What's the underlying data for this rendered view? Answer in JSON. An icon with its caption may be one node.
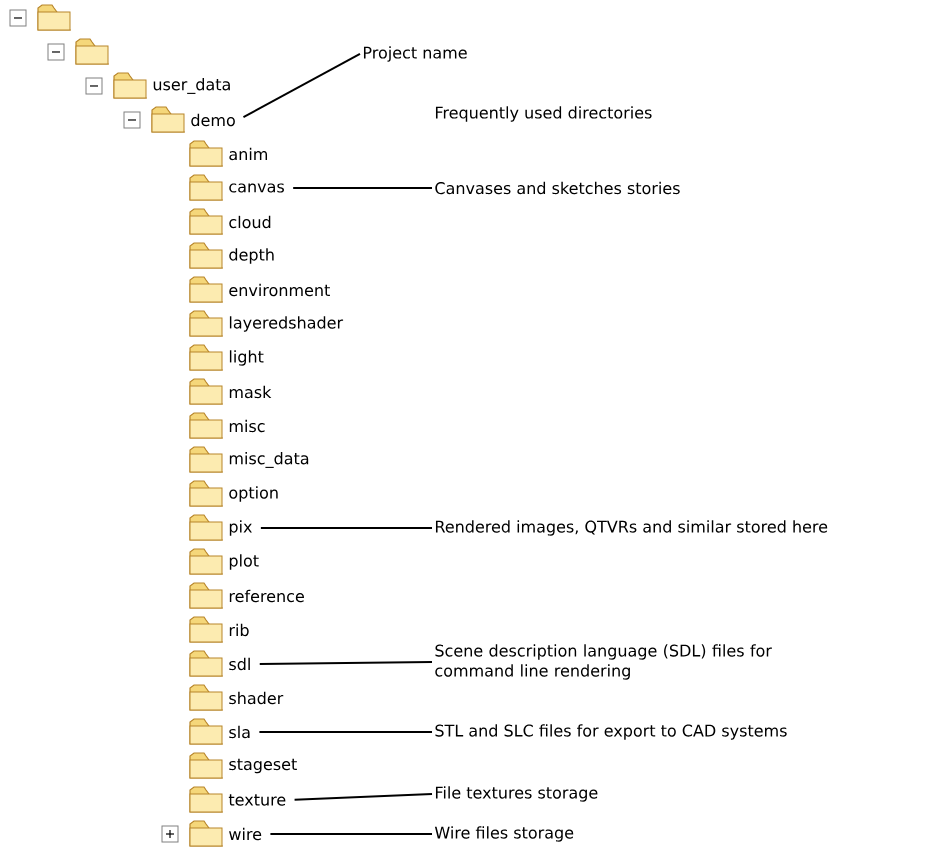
{
  "diagram": {
    "nodes": [
      {
        "text": [],
        "shape": "picture"
      },
      {
        "text": [],
        "shape": "picture"
      },
      {
        "text": [
          "user_data"
        ]
      },
      {
        "text": [
          "demo"
        ]
      },
      {
        "text": [
          "anim"
        ]
      },
      {
        "text": [
          "canvas"
        ]
      },
      {
        "text": [
          "cloud"
        ]
      },
      {
        "text": [
          "depth"
        ]
      },
      {
        "text": [
          "environment"
        ]
      },
      {
        "text": [
          "layeredshader"
        ]
      },
      {
        "text": [
          "light"
        ]
      },
      {
        "text": [
          "mask"
        ]
      },
      {
        "text": [
          "misc"
        ]
      },
      {
        "text": [
          "misc_data"
        ]
      },
      {
        "text": [
          "option"
        ]
      },
      {
        "text": [
          "pix"
        ]
      },
      {
        "text": [
          "plot"
        ]
      },
      {
        "text": [
          "reference"
        ]
      },
      {
        "text": [
          "rib"
        ]
      },
      {
        "text": [
          "sdl"
        ]
      },
      {
        "text": [
          "shader"
        ]
      },
      {
        "text": [
          "sla"
        ]
      },
      {
        "text": [
          "stageset"
        ]
      },
      {
        "text": [
          "texture"
        ]
      },
      {
        "text": [
          "wire"
        ]
      },
      {
        "text": [
          "Project name"
        ]
      },
      {
        "text": [
          "Canvases and sketches stories"
        ]
      },
      {
        "text": [
          "Rendered images, QTVRs and similar stored here"
        ]
      },
      {
        "text": [
          "Scene description language (SDL) files for command line rendering"
        ]
      },
      {
        "text": [
          "STL and SLC files for export to CAD systems"
        ]
      },
      {
        "text": [
          "File textures storage"
        ]
      },
      {
        "text": [
          "Wire files storage"
        ]
      }
    ],
    "edges": [
      {
        "from": 25,
        "to": 3,
        "arrow": "none"
      },
      {
        "from": 26,
        "to": 5,
        "arrow": "none"
      },
      {
        "from": 27,
        "to": 15,
        "arrow": "none"
      },
      {
        "from": 28,
        "to": 19,
        "arrow": "none"
      },
      {
        "from": 29,
        "to": 21,
        "arrow": "none"
      },
      {
        "from": 30,
        "to": 23,
        "arrow": "none"
      },
      {
        "from": 31,
        "to": 24,
        "arrow": "none"
      }
    ],
    "labels": [
      "Frequently used directories"
    ]
  }
}
